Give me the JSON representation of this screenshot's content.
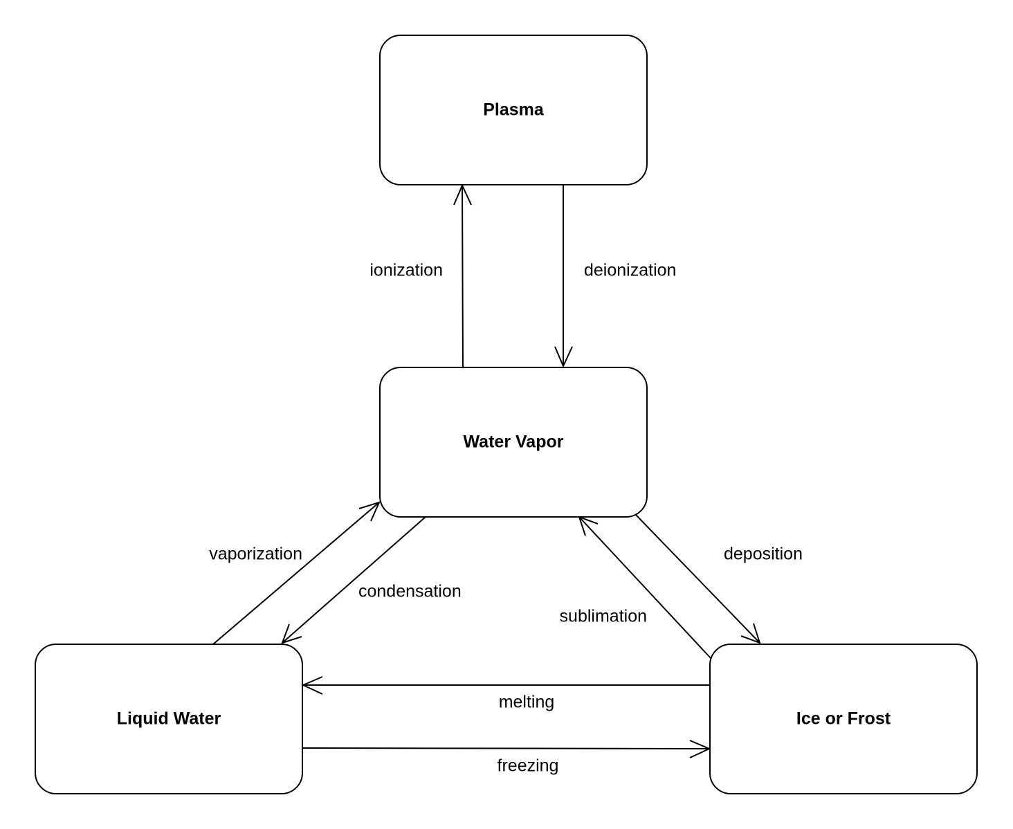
{
  "nodes": {
    "plasma": {
      "label": "Plasma"
    },
    "water_vapor": {
      "label": "Water Vapor"
    },
    "liquid_water": {
      "label": "Liquid Water"
    },
    "ice_or_frost": {
      "label": "Ice or Frost"
    }
  },
  "edges": {
    "ionization": {
      "label": "ionization",
      "from": "Water Vapor",
      "to": "Plasma"
    },
    "deionization": {
      "label": "deionization",
      "from": "Plasma",
      "to": "Water Vapor"
    },
    "vaporization": {
      "label": "vaporization",
      "from": "Liquid Water",
      "to": "Water Vapor"
    },
    "condensation": {
      "label": "condensation",
      "from": "Water Vapor",
      "to": "Liquid Water"
    },
    "sublimation": {
      "label": "sublimation",
      "from": "Ice or Frost",
      "to": "Water Vapor"
    },
    "deposition": {
      "label": "deposition",
      "from": "Water Vapor",
      "to": "Ice or Frost"
    },
    "melting": {
      "label": "melting",
      "from": "Ice or Frost",
      "to": "Liquid Water"
    },
    "freezing": {
      "label": "freezing",
      "from": "Liquid Water",
      "to": "Ice or Frost"
    }
  },
  "colors": {
    "stroke": "#000000",
    "background": "#ffffff"
  }
}
